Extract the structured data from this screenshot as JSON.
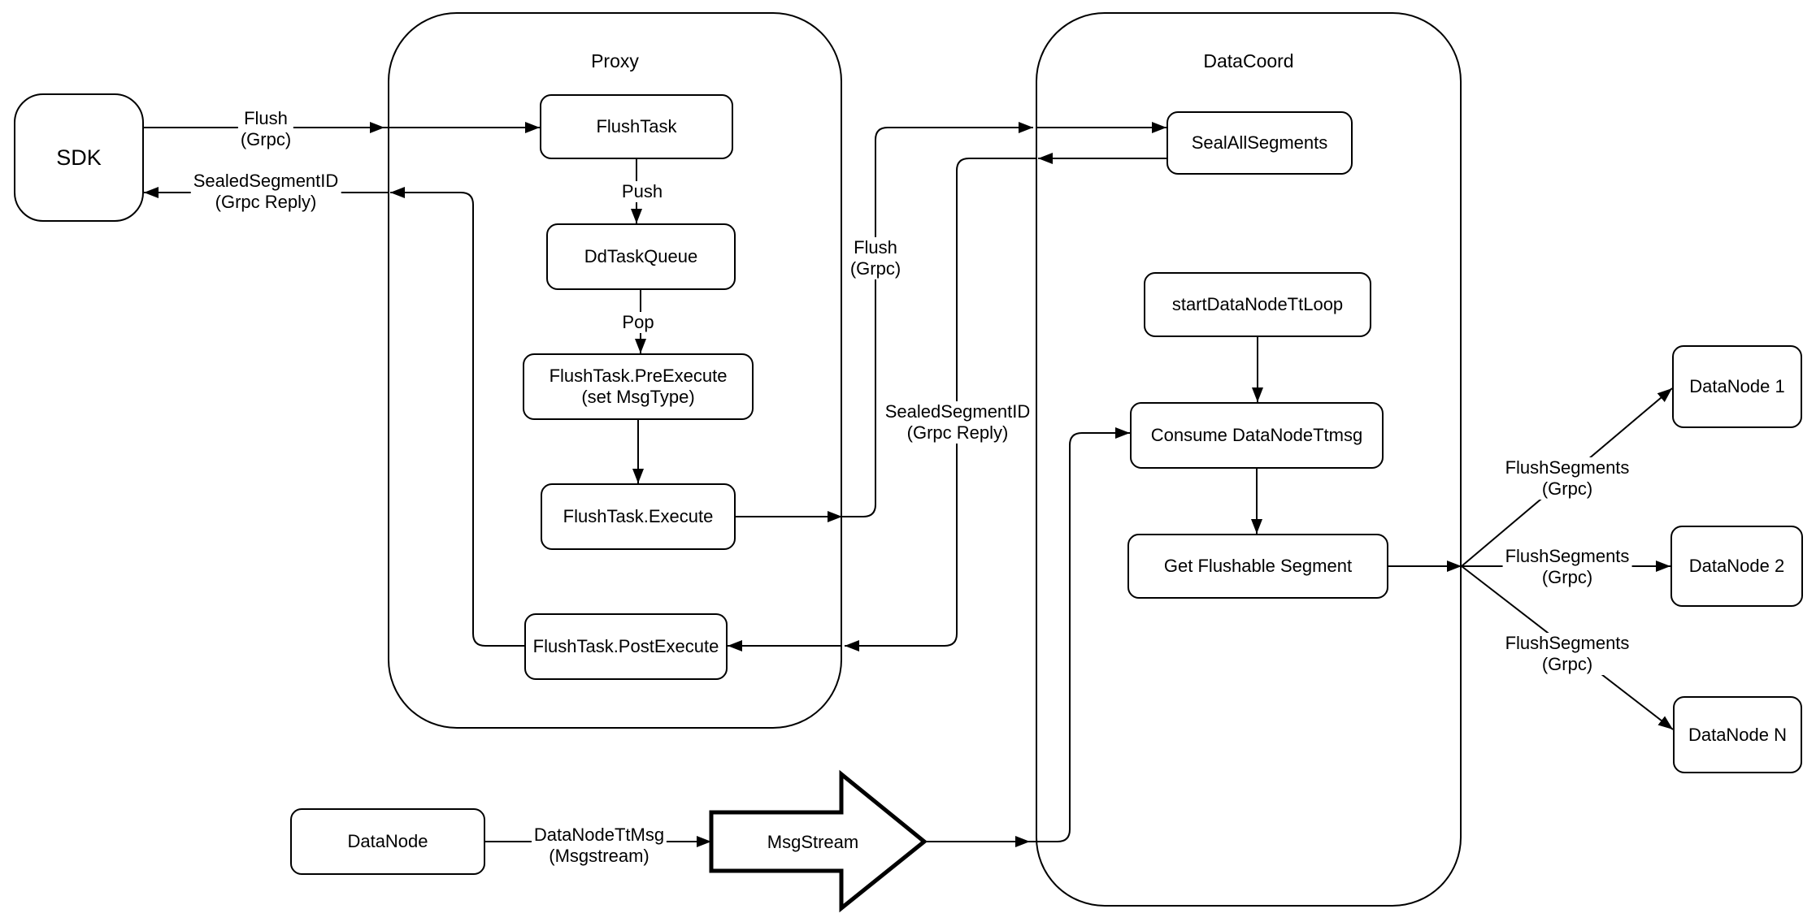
{
  "diagram": {
    "background": "#ffffff",
    "stroke_color": "#000000",
    "containers": {
      "proxy": {
        "label": "Proxy"
      },
      "datacoord": {
        "label": "DataCoord"
      }
    },
    "nodes": {
      "sdk": {
        "label": "SDK"
      },
      "flush_task": {
        "label": "FlushTask"
      },
      "dd_task_queue": {
        "label": "DdTaskQueue"
      },
      "pre_execute": {
        "line1": "FlushTask.PreExecute",
        "line2": "(set MsgType)"
      },
      "execute": {
        "label": "FlushTask.Execute"
      },
      "post_execute": {
        "label": "FlushTask.PostExecute"
      },
      "seal_all_segments": {
        "label": "SealAllSegments"
      },
      "start_datanode_tt_loop": {
        "label": "startDataNodeTtLoop"
      },
      "consume_datanode_ttmsg": {
        "label": "Consume DataNodeTtmsg"
      },
      "get_flushable_segment": {
        "label": "Get Flushable Segment"
      },
      "datanode_1": {
        "label": "DataNode 1"
      },
      "datanode_2": {
        "label": "DataNode 2"
      },
      "datanode_n": {
        "label": "DataNode N"
      },
      "datanode_source": {
        "label": "DataNode"
      },
      "msgstream": {
        "label": "MsgStream"
      }
    },
    "edge_labels": {
      "flush_grpc_sdk": {
        "line1": "Flush",
        "line2": "(Grpc)"
      },
      "sealed_segment_id_sdk": {
        "line1": "SealedSegmentID",
        "line2": "(Grpc Reply)"
      },
      "push": {
        "line1": "Push"
      },
      "pop": {
        "line1": "Pop"
      },
      "flush_grpc_datacoord": {
        "line1": "Flush",
        "line2": "(Grpc)"
      },
      "sealed_segment_id_proxy": {
        "line1": "SealedSegmentID",
        "line2": "(Grpc Reply)"
      },
      "flush_segments_1": {
        "line1": "FlushSegments",
        "line2": "(Grpc)"
      },
      "flush_segments_2": {
        "line1": "FlushSegments",
        "line2": "(Grpc)"
      },
      "flush_segments_3": {
        "line1": "FlushSegments",
        "line2": "(Grpc)"
      },
      "datanode_tt_msg": {
        "line1": "DataNodeTtMsg",
        "line2": "(Msgstream)"
      }
    }
  }
}
